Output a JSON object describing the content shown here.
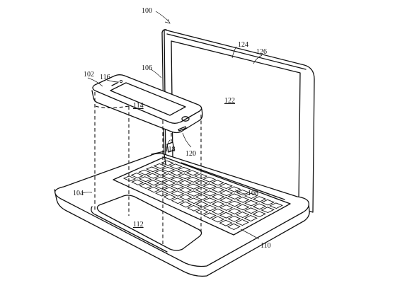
{
  "labels": {
    "fig": "100",
    "phone": "102",
    "base": "104",
    "hinge": "106",
    "keyboard_bar": "108",
    "keyboard": "110",
    "trackpad": "112",
    "phone_screen": "114",
    "phone_camera": "116",
    "connector": "118",
    "port": "120",
    "display": "122",
    "bezel_inner": "124",
    "bezel_outer": "126"
  }
}
